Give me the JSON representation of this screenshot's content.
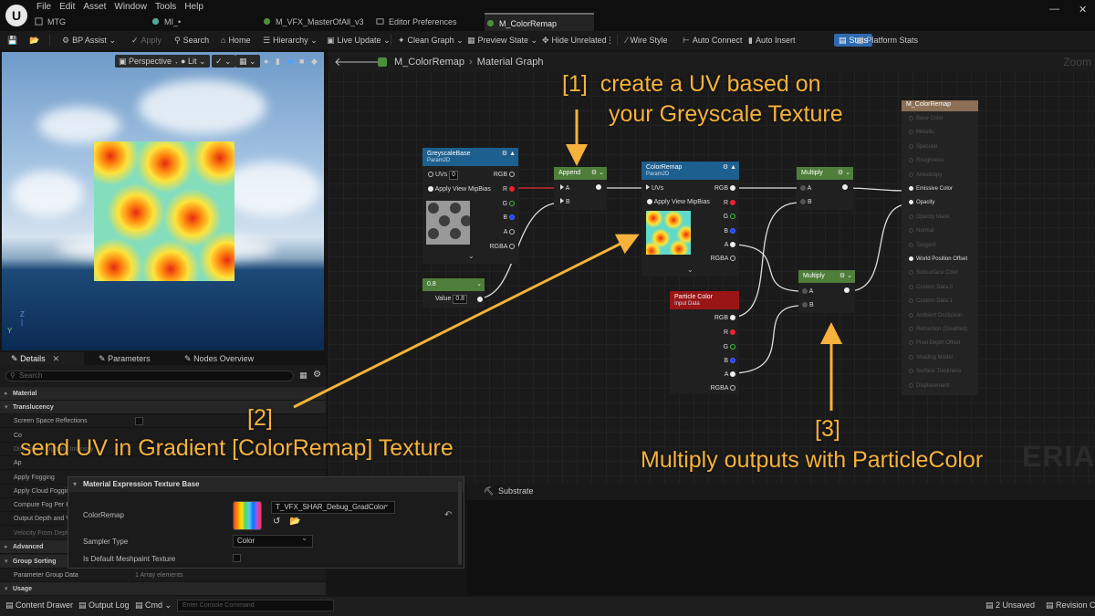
{
  "app": {
    "logo_letter": "U",
    "menu": [
      "File",
      "Edit",
      "Asset",
      "Window",
      "Tools",
      "Help"
    ],
    "tabs": [
      {
        "label": "MTG",
        "active": false
      },
      {
        "label": "MI_•",
        "active": false
      },
      {
        "label": "M_VFX_MasterOfAll_v3",
        "active": false
      },
      {
        "label": "Editor Preferences",
        "active": false
      },
      {
        "label": "M_ColorRemap",
        "active": true
      }
    ],
    "window_controls": [
      "—",
      "✕"
    ]
  },
  "toolbar": {
    "bp_assist": "BP Assist",
    "apply": "Apply",
    "search": "Search",
    "home": "Home",
    "hierarchy": "Hierarchy",
    "live_update": "Live Update",
    "clean_graph": "Clean Graph",
    "preview_state": "Preview State",
    "hide_unrelated": "Hide Unrelated",
    "wire_style": "Wire Style",
    "auto_connect": "Auto Connect",
    "auto_insert": "Auto Insert",
    "stats": "Stats",
    "platform_stats": "Platform Stats"
  },
  "viewport": {
    "perspective": "Perspective",
    "lit": "Lit",
    "axis_z": "Z",
    "axis_y": "Y"
  },
  "details": {
    "tabs": [
      "Details",
      "Parameters",
      "Nodes Overview"
    ],
    "search_placeholder": "Search",
    "rows": [
      {
        "label": "Material",
        "type": "cat",
        "open": false
      },
      {
        "label": "Translucency",
        "type": "cat",
        "open": true
      },
      {
        "label": "Screen Space Reflections",
        "type": "row",
        "check": true
      },
      {
        "label": "Co",
        "type": "row"
      },
      {
        "label": "Directional Lighting Intensity",
        "type": "faint"
      },
      {
        "label": "Ap",
        "type": "row"
      },
      {
        "label": "Apply Fogging",
        "type": "row"
      },
      {
        "label": "Apply Cloud Fogging",
        "type": "row"
      },
      {
        "label": "Compute Fog Per Pixel",
        "type": "row"
      },
      {
        "label": "Output Depth and Velocity",
        "type": "row"
      },
      {
        "label": "Velocity From Depth",
        "type": "faint"
      },
      {
        "label": "Advanced",
        "type": "cat",
        "open": false
      },
      {
        "label": "Group Sorting",
        "type": "cat",
        "open": true
      },
      {
        "label": "Parameter Group Data",
        "type": "row",
        "value": "1 Array elements"
      },
      {
        "label": "Usage",
        "type": "cat",
        "open": true
      }
    ]
  },
  "graph": {
    "crumb_asset": "M_ColorRemap",
    "crumb_graph": "Material Graph",
    "zoom": "Zoom",
    "watermark": "ERIAL",
    "nodes": {
      "greyscale": {
        "title": "GreyscaleBase",
        "sub": "Param2D",
        "uvs": "UVs",
        "uv_val": "0",
        "mip": "Apply View MipBias",
        "outs": [
          "RGB",
          "R",
          "G",
          "B",
          "A",
          "RGBA"
        ]
      },
      "append": {
        "title": "Append",
        "ins": [
          "A",
          "B"
        ]
      },
      "colorremap": {
        "title": "ColorRemap",
        "sub": "Param2D",
        "uvs": "UVs",
        "mip": "Apply View MipBias",
        "outs": [
          "RGB",
          "R",
          "G",
          "B",
          "A",
          "RGBA"
        ]
      },
      "constant": {
        "title": "0.8",
        "value_label": "Value",
        "value": "0.8"
      },
      "multiply1": {
        "title": "Multiply",
        "ins": [
          "A",
          "B"
        ]
      },
      "multiply2": {
        "title": "Multiply",
        "ins": [
          "A",
          "B"
        ]
      },
      "particle": {
        "title": "Particle Color",
        "sub": "Input Data",
        "outs": [
          "RGB",
          "R",
          "G",
          "B",
          "A",
          "RGBA"
        ]
      }
    },
    "result": {
      "title": "M_ColorRemap",
      "pins": [
        {
          "label": "Base Color",
          "on": false
        },
        {
          "label": "Metallic",
          "on": false
        },
        {
          "label": "Specular",
          "on": false
        },
        {
          "label": "Roughness",
          "on": false
        },
        {
          "label": "Anisotropy",
          "on": false
        },
        {
          "label": "Emissive Color",
          "on": true
        },
        {
          "label": "Opacity",
          "on": true
        },
        {
          "label": "Opacity Mask",
          "on": false
        },
        {
          "label": "Normal",
          "on": false
        },
        {
          "label": "Tangent",
          "on": false
        },
        {
          "label": "World Position Offset",
          "on": true
        },
        {
          "label": "Subsurface Color",
          "on": false
        },
        {
          "label": "Custom Data 0",
          "on": false
        },
        {
          "label": "Custom Data 1",
          "on": false
        },
        {
          "label": "Ambient Occlusion",
          "on": false
        },
        {
          "label": "Refraction (Disabled)",
          "on": false
        },
        {
          "label": "Pixel Depth Offset",
          "on": false
        },
        {
          "label": "Shading Model",
          "on": false
        },
        {
          "label": "Surface Thickness",
          "on": false
        },
        {
          "label": "Displacement",
          "on": false
        }
      ]
    }
  },
  "texture_base": {
    "title": "Material Expression Texture Base",
    "colorremap_label": "ColorRemap",
    "texture_value": "T_VFX_SHAR_Debug_GradColor",
    "sampler_label": "Sampler Type",
    "sampler_value": "Color",
    "meshpaint_label": "Is Default Meshpaint Texture"
  },
  "substrate_tab": "Substrate",
  "statusbar": {
    "content_drawer": "Content Drawer",
    "output_log": "Output Log",
    "cmd": "Cmd",
    "console_placeholder": "Enter Console Command",
    "unsaved": "2 Unsaved",
    "revision": "Revision Control"
  },
  "annotations": {
    "a1_tag": "[1]",
    "a1_line1": "create a UV based on",
    "a1_line2": "your Greyscale Texture",
    "a2_tag": "[2]",
    "a2_text": "send UV in Gradient [ColorRemap] Texture",
    "a3_tag": "[3]",
    "a3_text": "Multiply outputs with ParticleColor"
  },
  "colors": {
    "annotation": "#f7b23b",
    "texture_node_header": "#1d5f8e",
    "math_node_header": "#4e7e3a",
    "particle_node_header": "#9a1515",
    "result_node_header": "#8b6f56",
    "stats_button": "#2e6ab0"
  }
}
